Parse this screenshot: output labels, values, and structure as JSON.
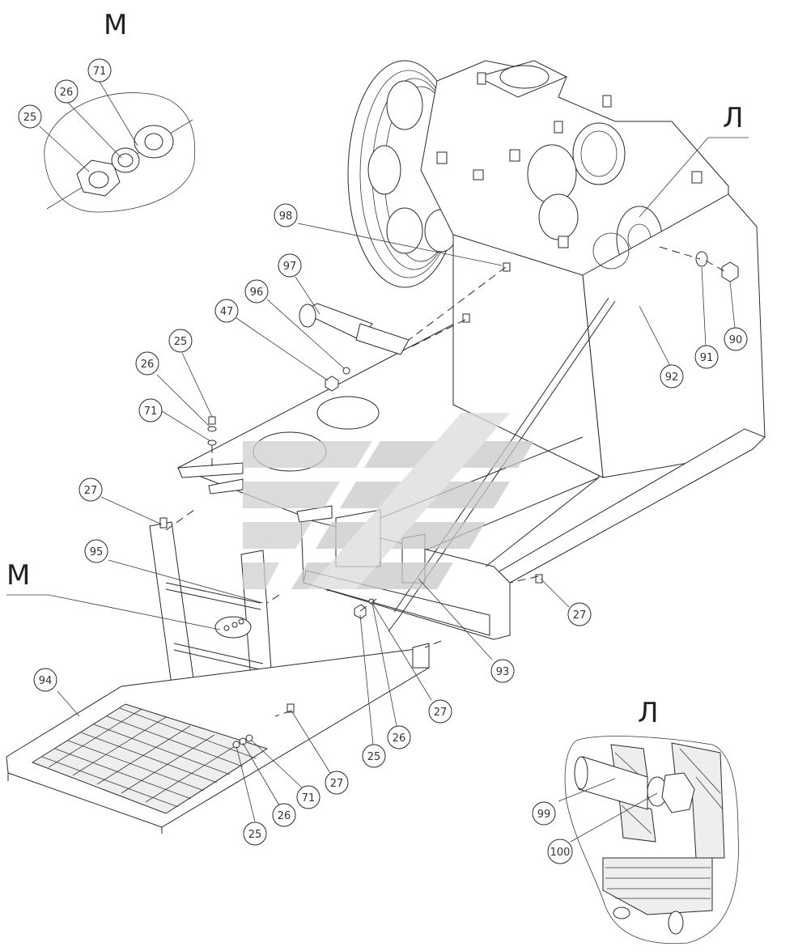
{
  "views": {
    "m_top": "М",
    "m_left": "М",
    "l_top": "Л",
    "l_bottom": "Л"
  },
  "callouts": [
    {
      "id": "c71a",
      "label": "71"
    },
    {
      "id": "c26a",
      "label": "26"
    },
    {
      "id": "c25a",
      "label": "25"
    },
    {
      "id": "c98",
      "label": "98"
    },
    {
      "id": "c97",
      "label": "97"
    },
    {
      "id": "c96",
      "label": "96"
    },
    {
      "id": "c47",
      "label": "47"
    },
    {
      "id": "c25b",
      "label": "25"
    },
    {
      "id": "c26b",
      "label": "26"
    },
    {
      "id": "c71b",
      "label": "71"
    },
    {
      "id": "c27a",
      "label": "27"
    },
    {
      "id": "c95",
      "label": "95"
    },
    {
      "id": "c94",
      "label": "94"
    },
    {
      "id": "c92",
      "label": "92"
    },
    {
      "id": "c91",
      "label": "91"
    },
    {
      "id": "c90",
      "label": "90"
    },
    {
      "id": "c27b",
      "label": "27"
    },
    {
      "id": "c93",
      "label": "93"
    },
    {
      "id": "c27c",
      "label": "27"
    },
    {
      "id": "c26c",
      "label": "26"
    },
    {
      "id": "c25c",
      "label": "25"
    },
    {
      "id": "c27d",
      "label": "27"
    },
    {
      "id": "c71c",
      "label": "71"
    },
    {
      "id": "c26d",
      "label": "26"
    },
    {
      "id": "c25d",
      "label": "25"
    },
    {
      "id": "c99",
      "label": "99"
    },
    {
      "id": "c100",
      "label": "100"
    }
  ]
}
